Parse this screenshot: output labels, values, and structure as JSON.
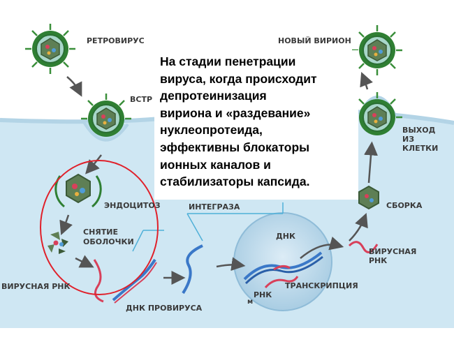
{
  "labels": {
    "retrovirus": "РЕТРОВИРУС",
    "entry_partial": "ВСТР",
    "new_virion": "НОВЫЙ ВИРИОН",
    "exit_line1": "ВЫХОД",
    "exit_line2": "ИЗ",
    "exit_line3": "КЛЕТКИ",
    "endocytosis": "ЭНДОЦИТОЗ",
    "integrase": "ИНТЕГРАЗА",
    "uncoating_line1": "СНЯТИЕ",
    "uncoating_line2": "ОБОЛОЧКИ",
    "dna": "ДНК",
    "assembly": "СБОРКА",
    "viral_rna_right_line1": "ВИРУСНАЯ",
    "viral_rna_right_line2": "РНК",
    "viral_rna_left": "ВИРУСНАЯ РНК",
    "transcription": "ТРАНСКРИПЦИЯ",
    "mrna_prefix": "м",
    "mrna": "РНК",
    "provirus_dna": "ДНК ПРОВИРУСА"
  },
  "callout": {
    "lines": [
      "На стадии пенетрации",
      "вируса, когда происходит",
      "депротеинизация",
      "вириона и «раздевание»",
      "нуклеопротеида,",
      "эффективны блокаторы",
      "ионных каналов и",
      "стабилизаторы капсида."
    ]
  },
  "colors": {
    "cell": "#cfe7f3",
    "membrane": "#b3d4e6",
    "nucleus": "#b6d6ea",
    "arrow": "#555555",
    "highlight_circle": "#e0202a",
    "virus_spike": "#3a8f3a",
    "dna_blue": "#3a78c8",
    "rna_red": "#d8405a"
  }
}
